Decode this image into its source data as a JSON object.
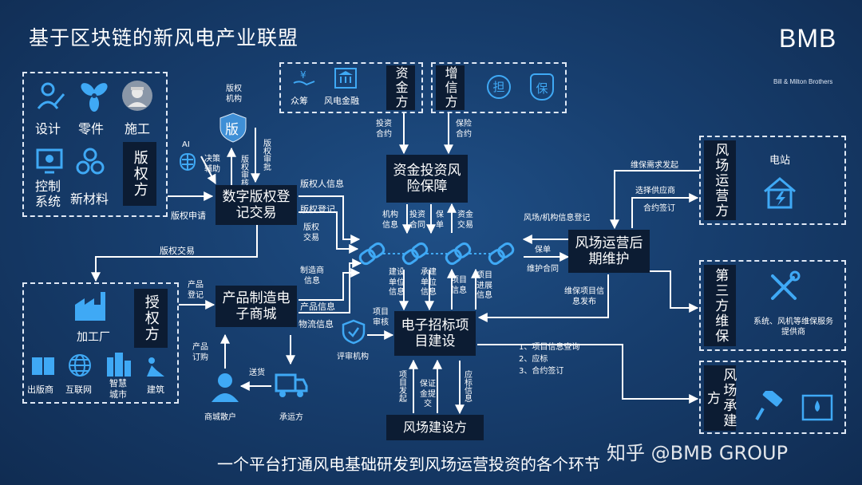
{
  "title": "基于区块链的新风电产业联盟",
  "logo": "BMB",
  "logo_subtitle": "Bill & Milton Brothers",
  "footer": "一个平台打通风电基础研发到风场运营投资的各个环节",
  "watermark": "知乎 @BMB GROUP",
  "colors": {
    "background": "#173e6e",
    "box_dark": "#0c1c33",
    "arrow": "#ffffff",
    "chain": "#3fa9f5"
  },
  "copyright_side": {
    "items": [
      "设计",
      "零件",
      "施工",
      "控制系统",
      "新材料"
    ],
    "role": "版权方"
  },
  "copyright_agency": {
    "label": "版权机构",
    "badge": "版"
  },
  "ai": {
    "label": "AI",
    "sub": "决策辅助"
  },
  "copyright_review": "版权审核",
  "copyright_approval": "版权审批",
  "copyright_apply": "版权申请",
  "copyright_trade": "版权交易",
  "digital_copyright": "数字版权登记交易",
  "holder_info": "版权人信息",
  "copyright_register": "版权登记",
  "copyright_trade2": "版权交易",
  "manufacturer_info": "制造商信息",
  "product_info": "产品信息",
  "logistics_info": "物流信息",
  "funding": {
    "items": [
      "众筹",
      "风电金融"
    ],
    "role": "资金方"
  },
  "credit": {
    "role": "增信方",
    "icons": [
      "担",
      "保"
    ]
  },
  "invest_contract": "投资合约",
  "insure_contract": "保险合约",
  "fund_risk": "资金投资风险保障",
  "org_info": "机构信息",
  "invest_contract2": "投资合同",
  "policy": "保单",
  "fund_trade": "资金交易",
  "licensee": {
    "items": [
      "加工厂",
      "出版商",
      "互联网",
      "智慧城市",
      "建筑"
    ],
    "role": "授权方"
  },
  "product_register": "产品登记",
  "product_mall": "产品制造电子商城",
  "product_order": "产品订购",
  "shipping": "送货",
  "mall_customer": "商城散户",
  "carrier": "承运方",
  "build_info": "建设单位信息",
  "contractor_info": "承建单位信息",
  "project_info": "项目信息",
  "progress_info": "项目进展信息",
  "project_review": "项目审核",
  "review_org": "评审机构",
  "e_bidding": "电子招标项目建设",
  "project_launch": "项目发起",
  "deposit_submit": "保证金提交",
  "bid_info": "应标信息",
  "windfarm_builder": "风场建设方",
  "bid_steps": [
    "1、项目信息查询",
    "2、应标",
    "3、合约签订"
  ],
  "windfarm_ops": "风场运营后期维护",
  "farm_org_register": "风场/机构信息登记",
  "policy2": "保单",
  "maint_contract": "维护合同",
  "maint_publish": "维保项目信息发布",
  "maint_demand": "维保需求发起",
  "choose_supplier": "选择供应商",
  "contract_sign": "合约签订",
  "windfarm_operator": {
    "role": "风场运营方",
    "item": "电站"
  },
  "third_party": {
    "role": "第三方维保",
    "item": "系统、风机等维保服务提供商"
  },
  "windfarm_contractor": {
    "role": "风场承建方"
  }
}
